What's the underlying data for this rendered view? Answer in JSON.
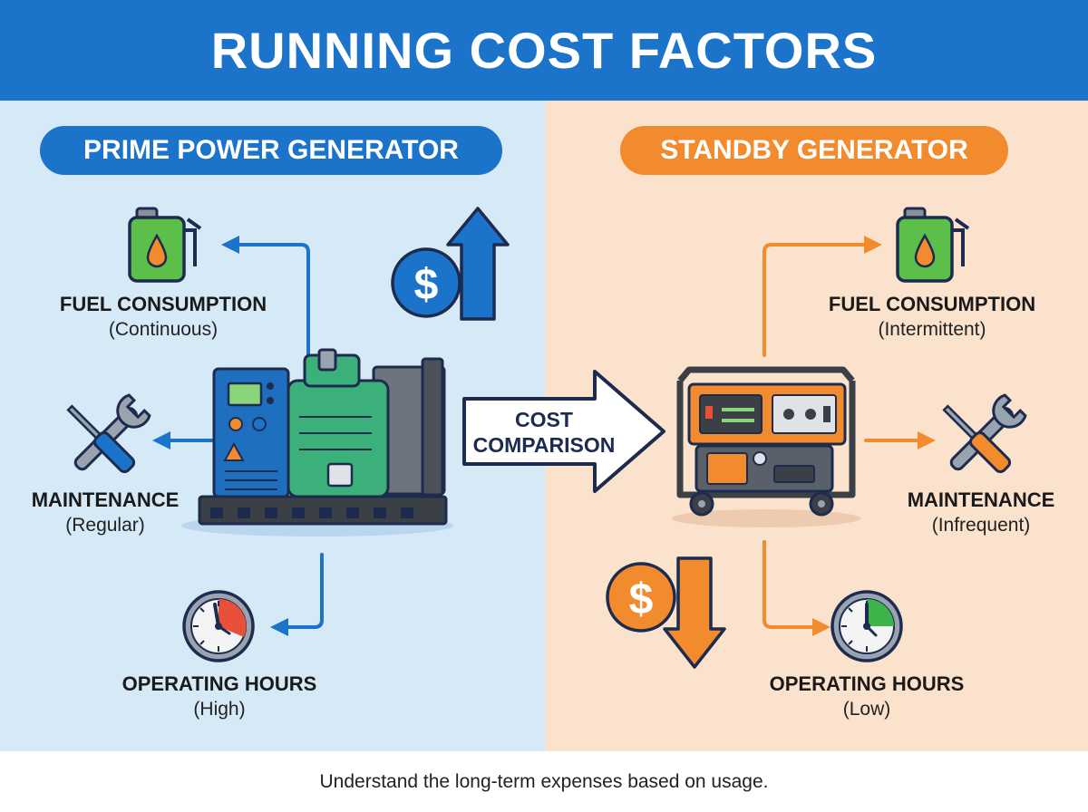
{
  "header": {
    "title": "RUNNING COST FACTORS"
  },
  "prime": {
    "title": "PRIME POWER GENERATOR",
    "fuel": {
      "title": "FUEL CONSUMPTION",
      "level": "(Continuous)"
    },
    "maintenance": {
      "title": "MAINTENANCE",
      "level": "(Regular)"
    },
    "hours": {
      "title": "OPERATING HOURS",
      "level": "(High)"
    }
  },
  "standby": {
    "title": "STANDBY GENERATOR",
    "fuel": {
      "title": "FUEL CONSUMPTION",
      "level": "(Intermittent)"
    },
    "maintenance": {
      "title": "MAINTENANCE",
      "level": "(Infrequent)"
    },
    "hours": {
      "title": "OPERATING HOURS",
      "level": "(Low)"
    }
  },
  "comparison": {
    "line1": "COST",
    "line2": "COMPARISON"
  },
  "footer": {
    "caption": "Understand the long-term expenses based on usage."
  },
  "colors": {
    "blue": "#1b74c9",
    "orange": "#f28a2e",
    "navy": "#1d2b4f",
    "green": "#3bb54a"
  },
  "icons": [
    "fuel-can-icon",
    "wrench-screwdriver-icon",
    "gauge-icon",
    "dollar-up-icon",
    "dollar-down-icon",
    "generator-icon"
  ]
}
